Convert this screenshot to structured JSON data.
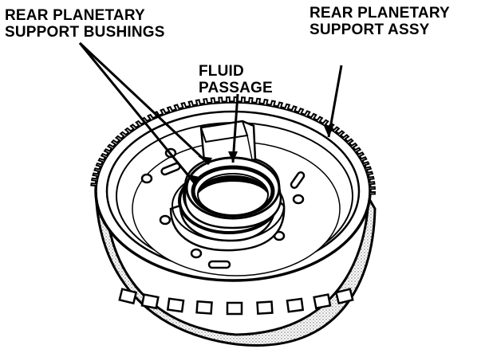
{
  "labels": {
    "bushings": {
      "line1": "REAR PLANETARY",
      "line2": "SUPPORT BUSHINGS"
    },
    "assembly": {
      "line1": "REAR PLANETARY",
      "line2": "SUPPORT ASSY"
    },
    "fluid_passage": {
      "line1": "FLUID",
      "line2": "PASSAGE"
    }
  },
  "colors": {
    "ink": "#000000",
    "paper": "#ffffff",
    "shade": "#cfcfcf"
  }
}
